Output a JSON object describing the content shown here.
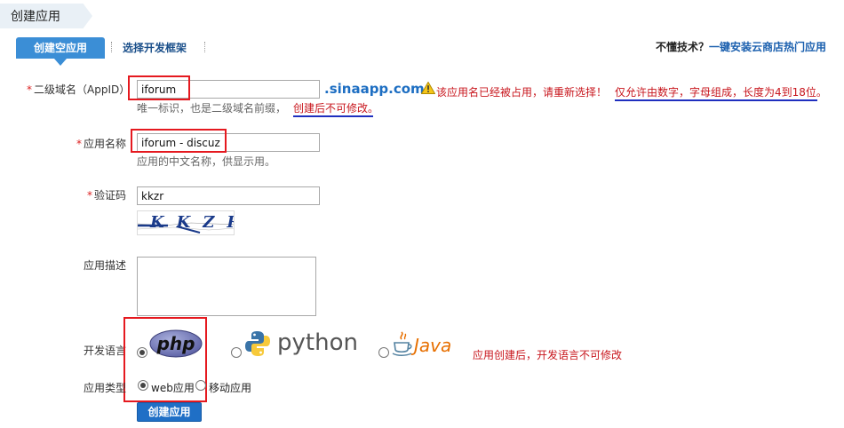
{
  "header": {
    "title": "创建应用"
  },
  "tabs": [
    {
      "label": "创建空应用",
      "active": true
    },
    {
      "label": "选择开发框架",
      "active": false
    }
  ],
  "top_right": {
    "question": "不懂技术？",
    "link": "一键安装云商店热门应用"
  },
  "form": {
    "appid": {
      "label": "二级域名（AppID）",
      "required": "*",
      "value": "iforum",
      "suffix": ".sinaapp.com",
      "warning": "该应用名已经被占用，请重新选择！",
      "hint": "唯一标识，也是二级域名前缀，",
      "rule_note": "仅允许由数字，字母组成，长度为4到18位。",
      "immutable_note": "创建后不可修改。"
    },
    "appname": {
      "label": "应用名称",
      "required": "*",
      "value": "iforum - discuz",
      "hint": "应用的中文名称，供显示用。"
    },
    "captcha": {
      "label": "验证码",
      "required": "*",
      "value": "kkzr",
      "image_text": "KKZR"
    },
    "description": {
      "label": "应用描述",
      "value": ""
    },
    "language": {
      "label": "开发语言",
      "options": [
        {
          "name": "php",
          "checked": true
        },
        {
          "name": "python",
          "checked": false
        },
        {
          "name": "Java",
          "checked": false
        }
      ],
      "note": "应用创建后，开发语言不可修改"
    },
    "app_type": {
      "label": "应用类型",
      "options": [
        {
          "name": "web应用",
          "checked": true
        },
        {
          "name": "移动应用",
          "checked": false
        }
      ]
    },
    "submit_label": "创建应用"
  },
  "colors": {
    "accent": "#3b8ed6",
    "link": "#1a5fae",
    "error": "#c8161d",
    "highlight_box": "#e5191f",
    "underline": "#1f2fbf"
  }
}
